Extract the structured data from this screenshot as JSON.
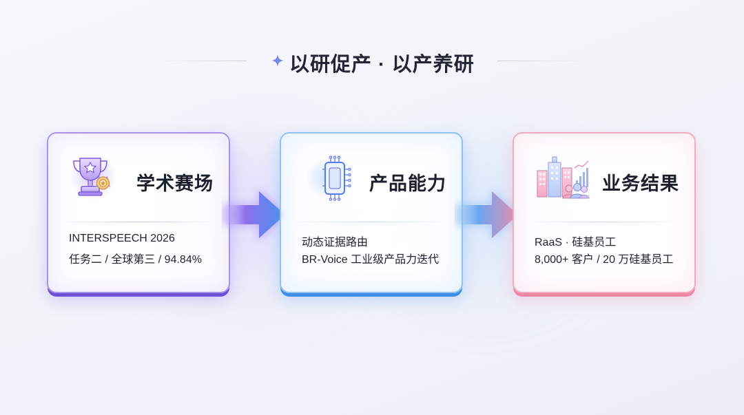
{
  "header": {
    "title": "以研促产 · 以产养研"
  },
  "cards": [
    {
      "title": "学术赛场",
      "icon": "trophy-icon",
      "line1": "INTERSPEECH 2026",
      "line2": "任务二 / 全球第三 / 94.84%",
      "accent": "#7b5ce0"
    },
    {
      "title": "产品能力",
      "icon": "voice-chip-icon",
      "line1": "动态证据路由",
      "line2": "BR-Voice 工业级产品力迭代",
      "accent": "#3f8fe8"
    },
    {
      "title": "业务结果",
      "icon": "buildings-people-icon",
      "line1": "RaaS · 硅基员工",
      "line2": "8,000+ 客户 / 20 万硅基员工",
      "accent": "#ef86a5"
    }
  ]
}
